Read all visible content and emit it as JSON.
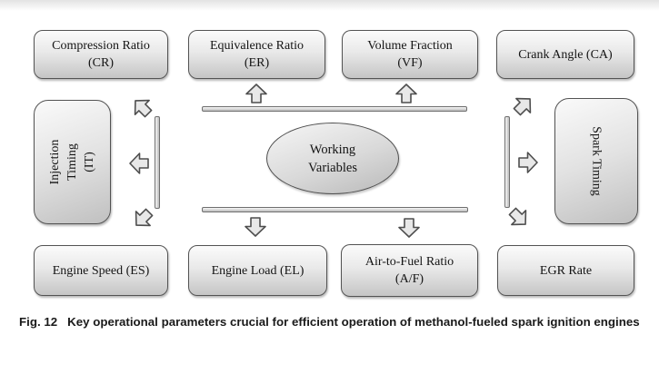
{
  "diagram": {
    "center": {
      "label": "Working\nVariables"
    },
    "nodes": {
      "compression_ratio": {
        "label": "Compression Ratio\n(CR)"
      },
      "equivalence_ratio": {
        "label": "Equivalence Ratio\n(ER)"
      },
      "volume_fraction": {
        "label": "Volume Fraction\n(VF)"
      },
      "crank_angle": {
        "label": "Crank Angle (CA)"
      },
      "injection_timing": {
        "label": "Injection Timing\n(IT)"
      },
      "spark_timing": {
        "label": "Spark Timing"
      },
      "engine_speed": {
        "label": "Engine Speed (ES)"
      },
      "engine_load": {
        "label": "Engine Load (EL)"
      },
      "air_to_fuel_ratio": {
        "label": "Air-to-Fuel Ratio\n(A/F)"
      },
      "egr_rate": {
        "label": "EGR Rate"
      }
    },
    "icons": {
      "arrow_directions": [
        "up",
        "up",
        "down",
        "down",
        "left",
        "right",
        "up-left",
        "up-right",
        "down-left",
        "down-right"
      ]
    },
    "colors": {
      "node_border": "#535353",
      "node_fill_top": "#fbfbfb",
      "node_fill_bottom": "#c5c5c5",
      "arrow_fill": "#e8e8e8",
      "arrow_stroke": "#4e4e4e",
      "text": "#141414",
      "background": "#ffffff"
    }
  },
  "caption": {
    "fig_label": "Fig. 12",
    "text": "Key operational parameters crucial for efficient operation of methanol-fueled spark ignition engines"
  }
}
